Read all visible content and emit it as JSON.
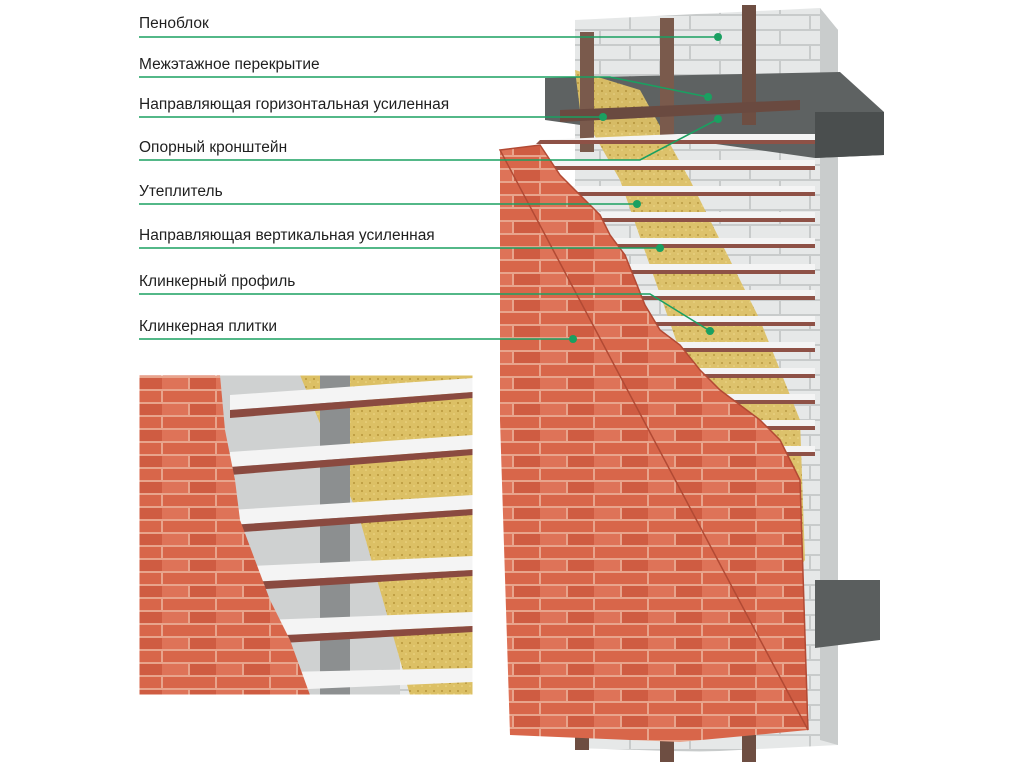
{
  "callouts": [
    {
      "label": "Пенoблок"
    },
    {
      "label": "Межэтажное перекрытие"
    },
    {
      "label": "Направляющая горизонтальная усиленная"
    },
    {
      "label": "Опорный кронштейн"
    },
    {
      "label": "Утеплитель"
    },
    {
      "label": "Направляющая вертикальная усиленная"
    },
    {
      "label": "Клинкерный профиль"
    },
    {
      "label": "Клинкерная плитки"
    }
  ],
  "colors": {
    "leader_line": "#1aa061",
    "brick": "#d8664a",
    "mortar": "#e9b8a6",
    "block": "#e4e6e6",
    "slab": "#5e6262",
    "insulation": "#e0c25a",
    "steel": "#7a5a4c",
    "profile": "#f2f2f2"
  }
}
